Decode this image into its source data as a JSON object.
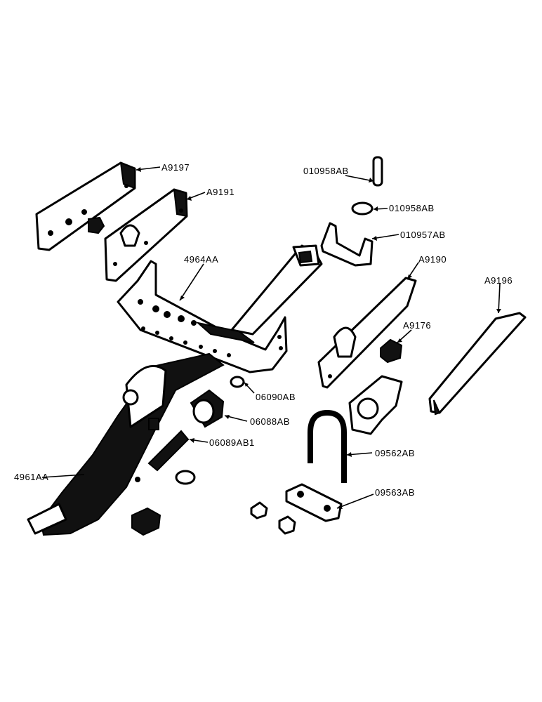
{
  "labels": {
    "A9197": "A9197",
    "A9191": "A9191",
    "p010958AB_pin": "010958AB",
    "p010958AB_washer": "010958AB",
    "p010957AB": "010957AB",
    "p4964AA": "4964AA",
    "A9190": "A9190",
    "A9196": "A9196",
    "A9176": "A9176",
    "p06090AB": "06090AB",
    "p06088AB": "06088AB",
    "p06089AB1": "06089AB1",
    "p09562AB": "09562AB",
    "p09563AB": "09563AB",
    "p4961AA": "4961AA"
  }
}
